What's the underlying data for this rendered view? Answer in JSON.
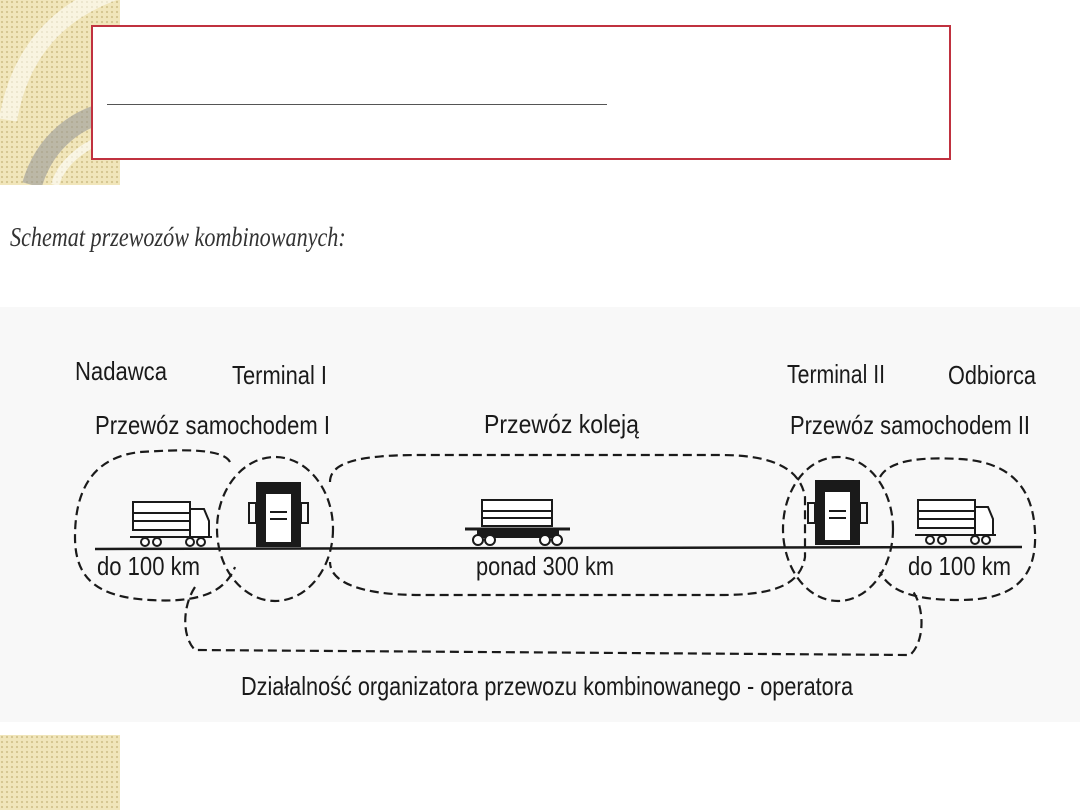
{
  "slide": {
    "subtitle": "Schemat przewozów kombinowanych:"
  },
  "diagram": {
    "labels": {
      "nadawca": "Nadawca",
      "terminal_1": "Terminal I",
      "terminal_2": "Terminal II",
      "odbiorca": "Odbiorca",
      "road_1": "Przewóz samochodem I",
      "rail": "Przewóz koleją",
      "road_2": "Przewóz samochodem II",
      "dist_left": "do 100 km",
      "dist_mid": "ponad 300 km",
      "dist_right": "do 100 km",
      "operator": "Działalność organizatora przewozu kombinowanego - operatora"
    },
    "icons": [
      "truck-icon",
      "terminal-gantry-icon",
      "rail-wagon-icon",
      "terminal-gantry-icon",
      "truck-icon"
    ],
    "colors": {
      "frame_border": "#c0313f",
      "corner_pattern": "#f1e6bb"
    }
  }
}
